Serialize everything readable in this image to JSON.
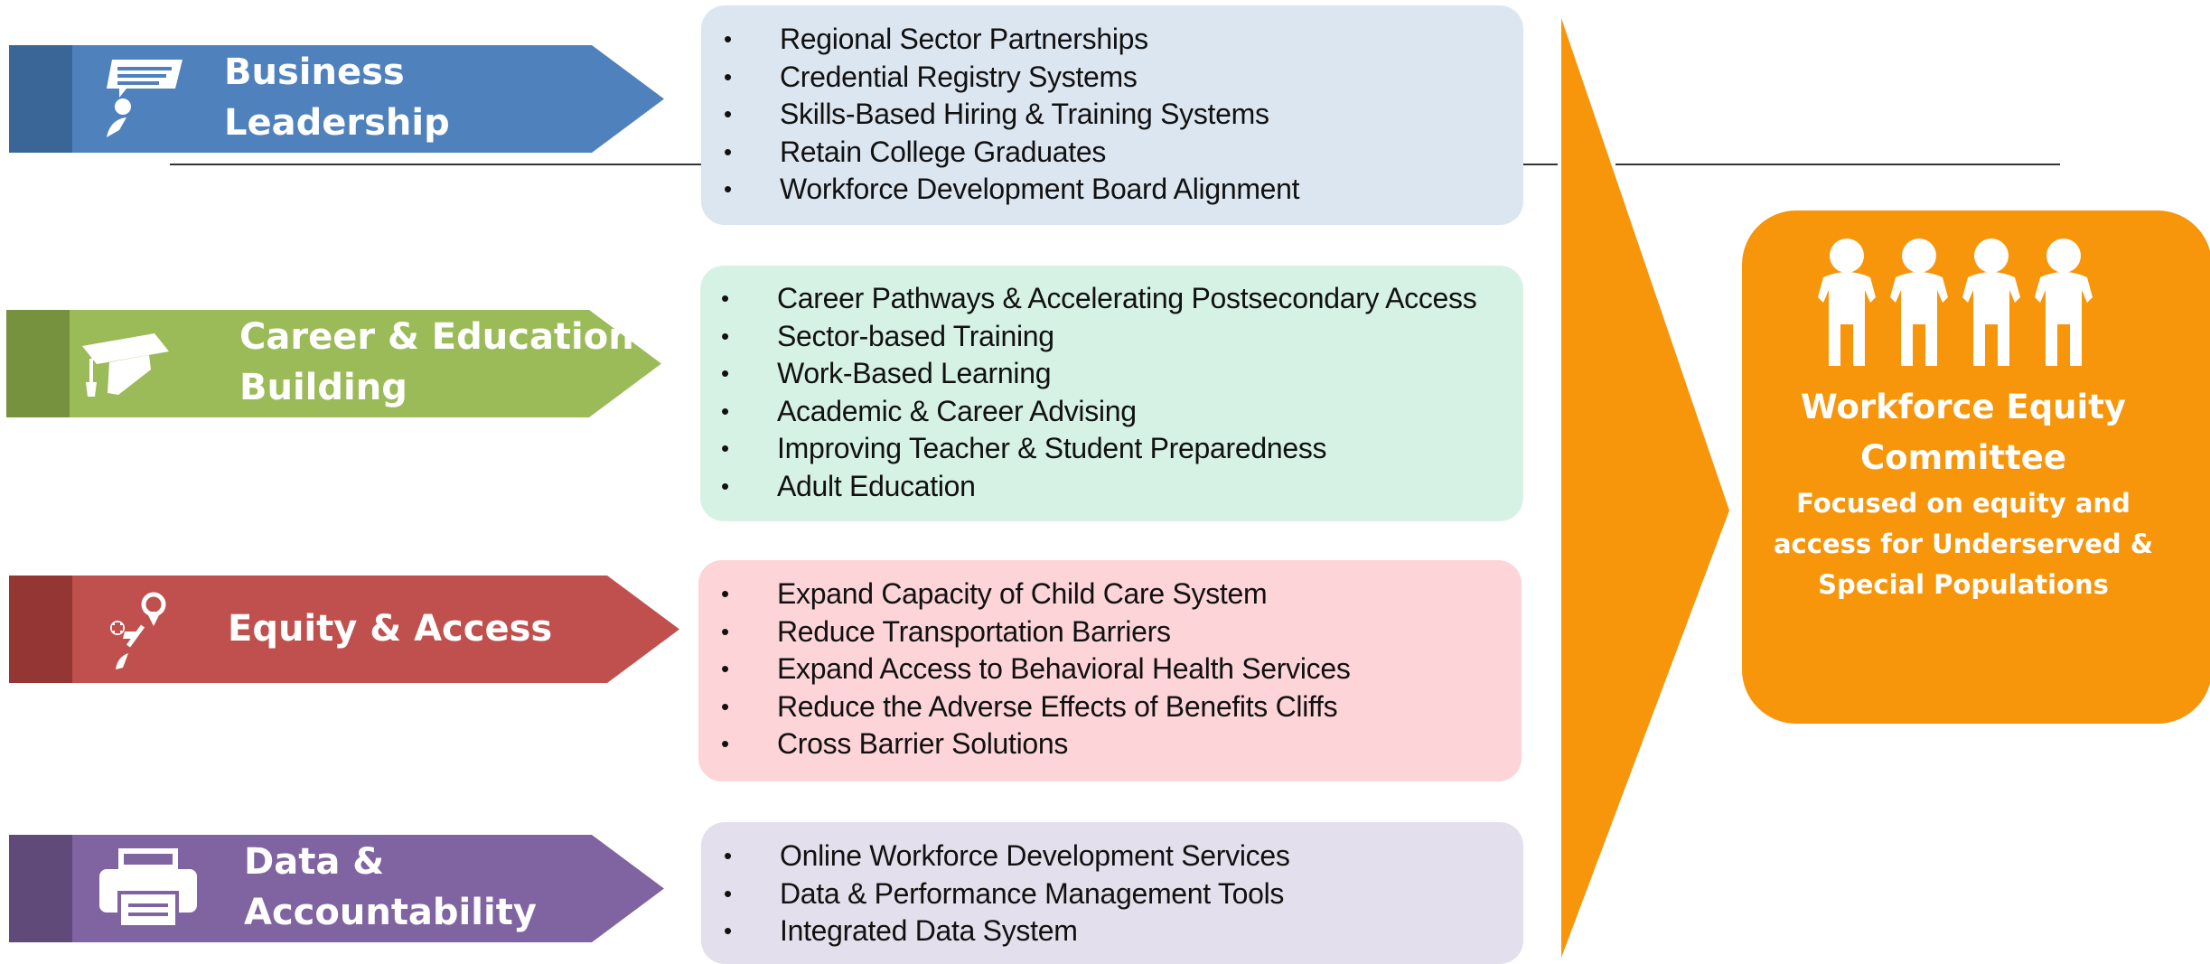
{
  "categories": [
    {
      "title_lines": [
        "Business",
        "Leadership"
      ],
      "icon": "speech-bubble-person-icon",
      "colors": {
        "main": "#4f81bd",
        "strip": "#3a6597",
        "box": "#dce6f1"
      },
      "items": [
        "Regional Sector Partnerships",
        "Credential Registry Systems",
        "Skills-Based Hiring & Training Systems",
        "Retain College Graduates",
        "Workforce Development Board Alignment"
      ]
    },
    {
      "title_lines": [
        "Career & Education",
        "Building"
      ],
      "icon": "graduation-cap-icon",
      "colors": {
        "main": "#9bbb59",
        "strip": "#77923f",
        "box": "#d6f2e5"
      },
      "items": [
        "Career Pathways & Accelerating Postsecondary Access",
        "Sector-based Training",
        "Work-Based Learning",
        "Academic & Career Advising",
        "Improving Teacher & Student Preparedness",
        "Adult Education"
      ]
    },
    {
      "title_lines": [
        "Equity & Access"
      ],
      "icon": "pathway-pin-icon",
      "colors": {
        "main": "#c0504d",
        "strip": "#943634",
        "box": "#fdd4d7"
      },
      "items": [
        "Expand Capacity of Child Care System",
        "Reduce Transportation Barriers",
        "Expand Access to Behavioral Health Services",
        "Reduce the Adverse Effects of Benefits Cliffs",
        "Cross Barrier Solutions"
      ]
    },
    {
      "title_lines": [
        "Data &",
        "Accountability"
      ],
      "icon": "printer-icon",
      "colors": {
        "main": "#8064a2",
        "strip": "#5f4a7a",
        "box": "#e4dfec"
      },
      "items": [
        "Online Workforce Development Services",
        "Data & Performance Management Tools",
        "Integrated Data System"
      ]
    }
  ],
  "bullet": "•",
  "big_arrow_color": "#f7950b",
  "committee": {
    "icon": "people-group-icon",
    "title_lines": [
      "Workforce Equity",
      "Committee"
    ],
    "subtitle_lines": [
      "Focused on equity and",
      "access for Underserved &",
      "Special Populations"
    ]
  }
}
